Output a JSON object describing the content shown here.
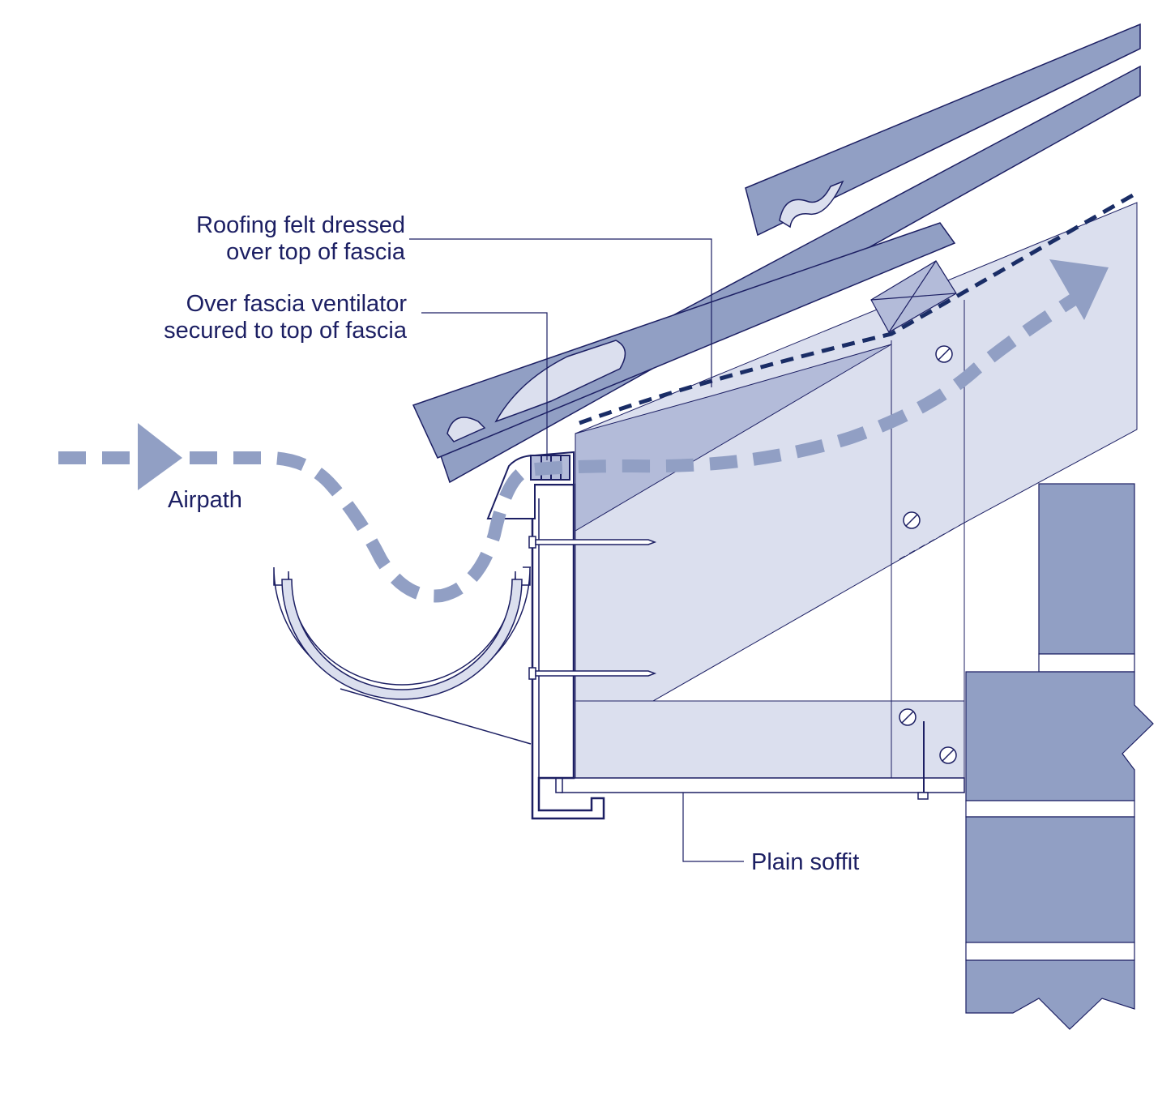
{
  "labels": {
    "felt": [
      "Roofing felt dressed",
      "over top of fascia"
    ],
    "ventilator": [
      "Over fascia ventilator",
      "secured to top of fascia"
    ],
    "airpath": "Airpath",
    "soffit": "Plain soffit"
  },
  "colors": {
    "tile": "#919fc4",
    "panel": "#dbdfee",
    "panel_dark": "#b3bbd9",
    "outline": "#1c1f63",
    "felt_line": "#1a2d66",
    "airpath_arrow": "#919fc4",
    "background": "#ffffff"
  }
}
